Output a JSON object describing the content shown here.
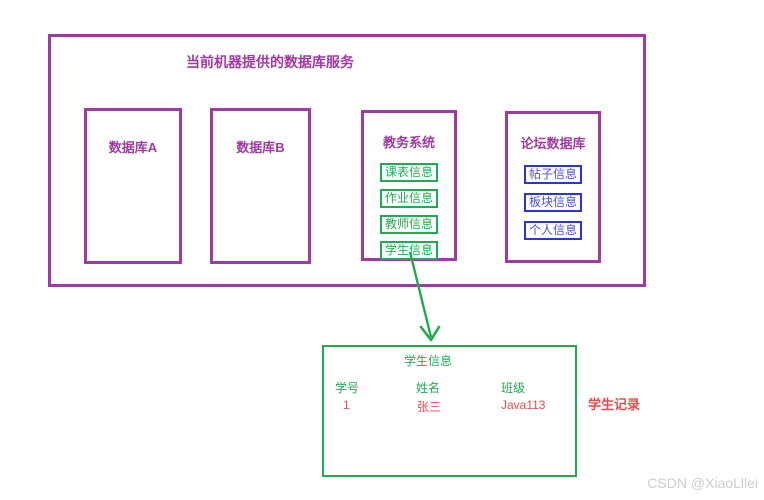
{
  "colors": {
    "purple": "#9e3ba1",
    "green": "#22aa50",
    "blue": "#2936cf",
    "blue_text": "#4f4fd8",
    "red": "#e84c4c",
    "gray": "#cdcdcd"
  },
  "outer_box": {
    "title": "当前机器提供的数据库服务"
  },
  "databases": [
    {
      "name": "数据库A",
      "items": []
    },
    {
      "name": "数据库B",
      "items": []
    },
    {
      "name": "教务系统",
      "items": [
        "课表信息",
        "作业信息",
        "教师信息",
        "学生信息"
      ]
    },
    {
      "name": "论坛数据库",
      "items": [
        "帖子信息",
        "板块信息",
        "个人信息"
      ]
    }
  ],
  "detail_table": {
    "title": "学生信息",
    "headers": [
      "学号",
      "姓名",
      "班级"
    ],
    "rows": [
      [
        "1",
        "张三",
        "Java113"
      ]
    ],
    "annotation": "学生记录"
  },
  "watermark": "CSDN @XiaoLllei"
}
